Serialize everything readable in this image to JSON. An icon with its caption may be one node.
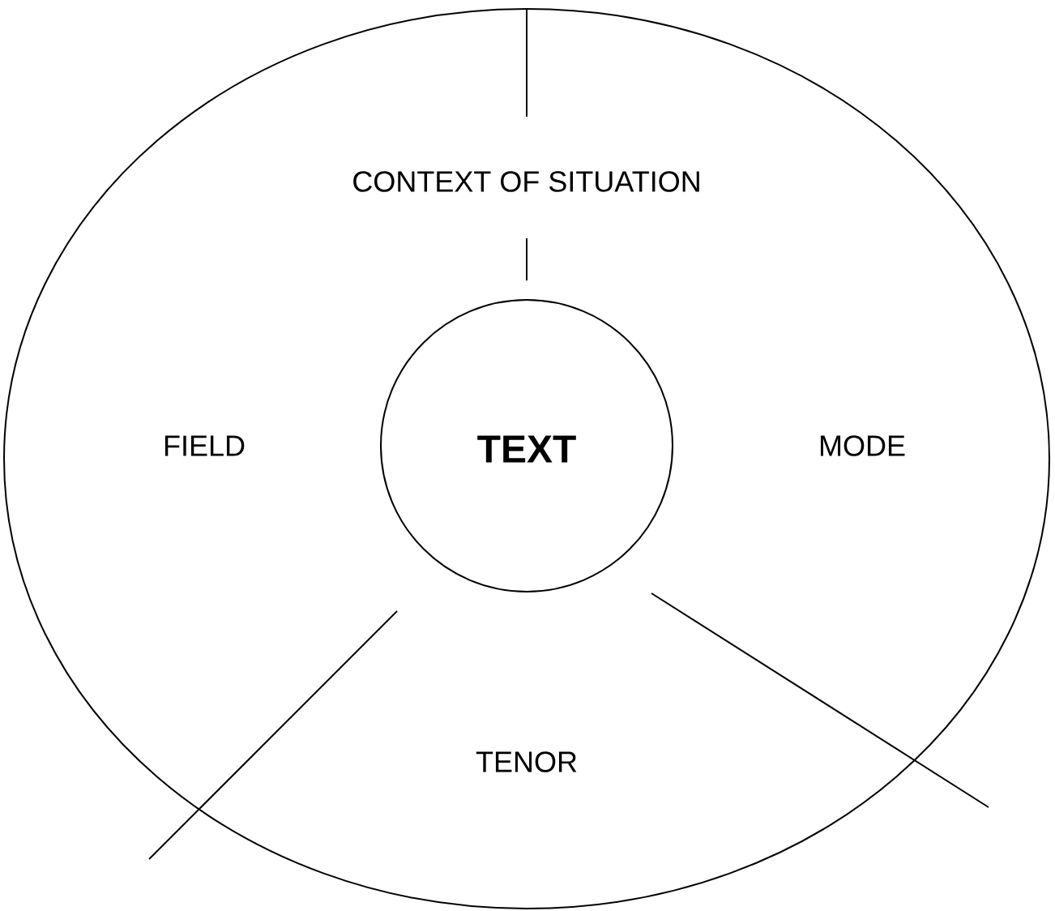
{
  "diagram": {
    "nodes": [
      {
        "text": [
          "CONTEXT OF SITUATION"
        ]
      },
      {
        "text": [
          "TEXT"
        ],
        "in": 0
      }
    ],
    "labels": [
      "FIELD",
      "MODE",
      "TENOR"
    ]
  }
}
